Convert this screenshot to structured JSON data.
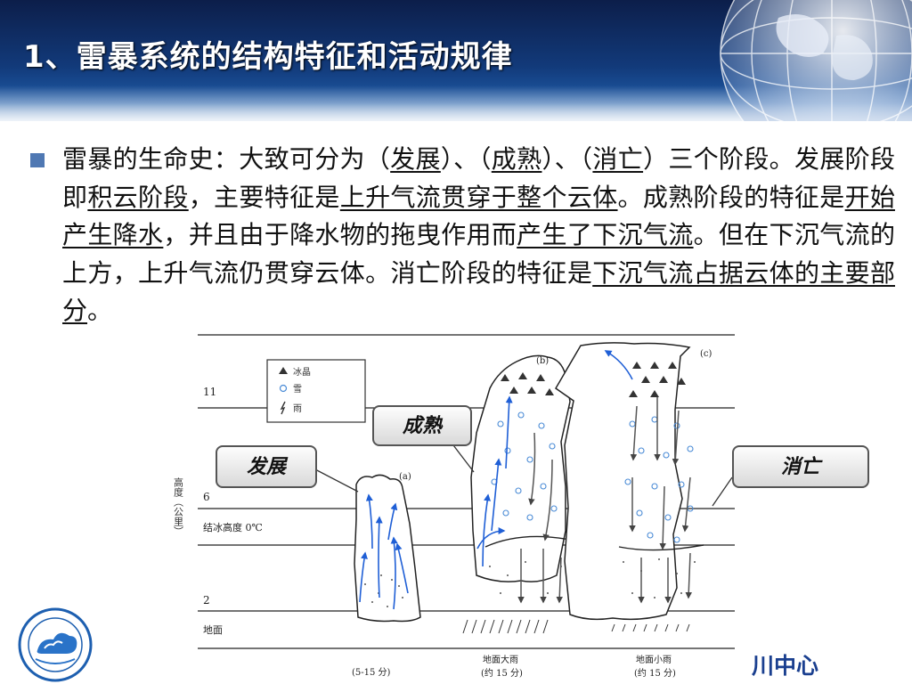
{
  "title": "1、雷暴系统的结构特征和活动规律",
  "paragraph": {
    "p1": "雷暴的生命史：大致可分为（",
    "stage_develop": "发展",
    "p2": "）、（",
    "stage_mature": "成熟",
    "p3": "）、（",
    "stage_dissipate": "消亡",
    "p4": "）三个阶段。发展阶段即",
    "u_cumulus": "积云阶段",
    "p5": "，主要特征是",
    "u_updraft": "上升气流贯穿于整个云体",
    "p6": "。成熟阶段的特征是",
    "u_precip": "开始产生降水",
    "p7": "，并且由于降水物的拖曳作用而",
    "u_downdraft": "产生了下沉气流",
    "p8": "。但在下沉气流的上方，上升气流仍贯穿云体。消亡阶段的特征是",
    "u_dominant": "下沉气流占据云体的主要部分",
    "p9": "。"
  },
  "callouts": {
    "develop": "发展",
    "mature": "成熟",
    "dissipate": "消亡"
  },
  "diagram": {
    "legend": [
      "冰晶",
      "雪",
      "雨"
    ],
    "y_axis_title": "高度（公里）",
    "y_ticks": [
      "11",
      "6",
      "2"
    ],
    "freezing_level": "结冰高度 0℃",
    "ground": "地面",
    "panel_labels": [
      "(a)",
      "(b)",
      "(c)"
    ],
    "bottom_a": "(5-15 分)",
    "bottom_b_1": "地面大雨",
    "bottom_b_2": "(约 15 分)",
    "bottom_c_1": "地面小雨",
    "bottom_c_2": "(约 15 分)"
  },
  "footer": {
    "text": "川中心"
  },
  "colors": {
    "header_dark": "#0c1e4a",
    "bullet": "#4f78b3",
    "updraft_arrow": "#1f5fd6",
    "footer_text": "#1a3f8f"
  }
}
